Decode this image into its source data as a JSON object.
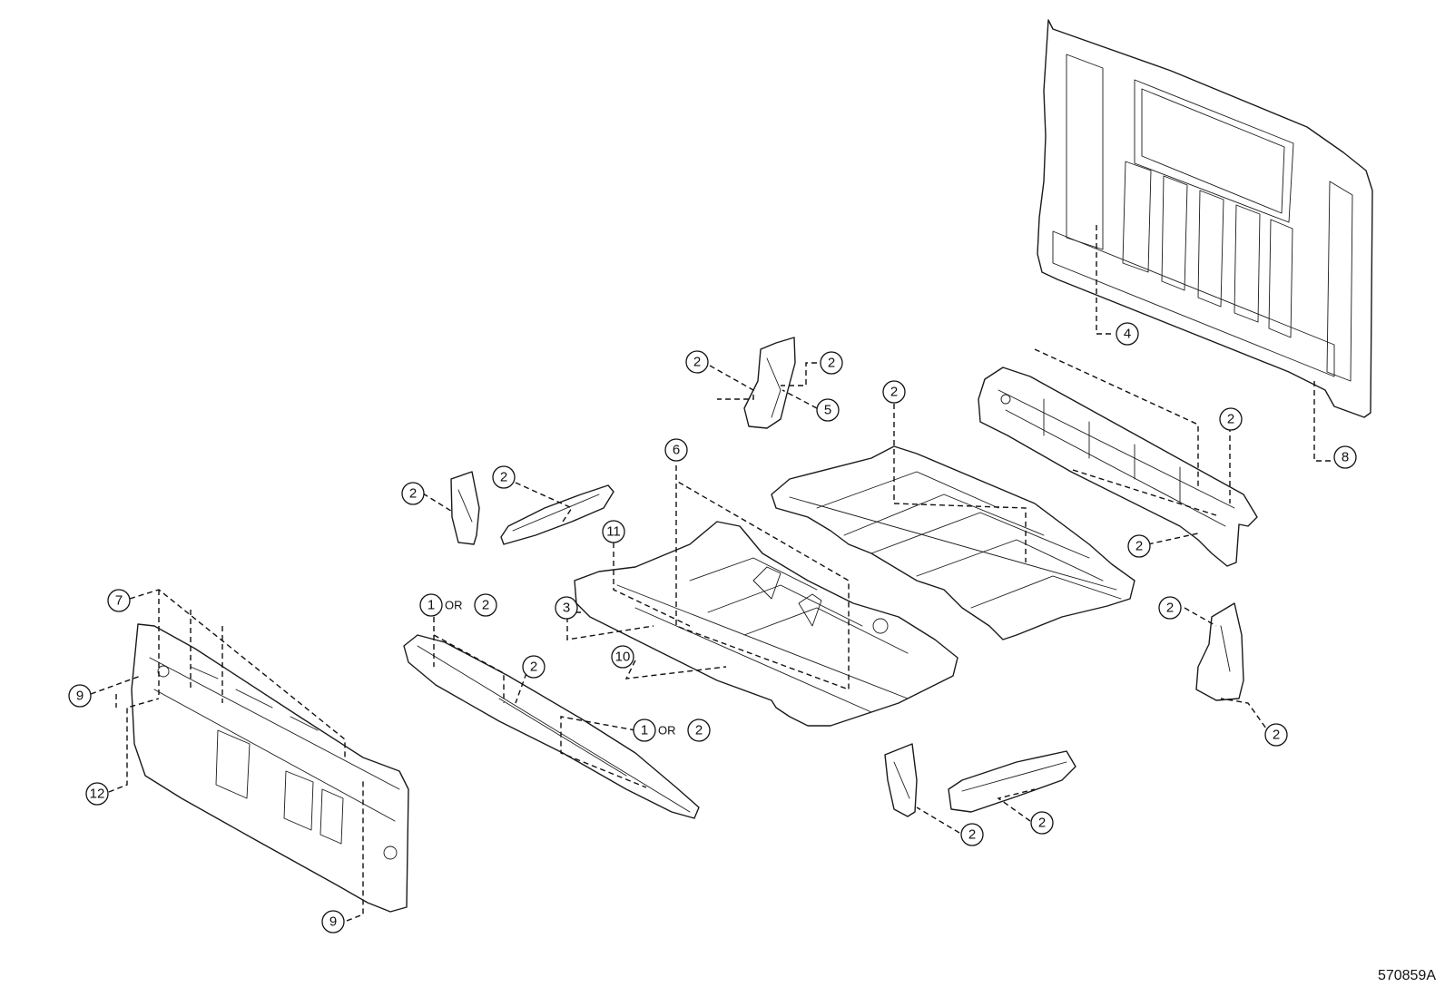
{
  "reference_code": "570859A",
  "or_word": "OR",
  "callouts": {
    "n1": "1",
    "n2": "2",
    "n3": "3",
    "n4": "4",
    "n5": "5",
    "n6": "6",
    "n7": "7",
    "n8": "8",
    "n9": "9",
    "n10": "10",
    "n11": "11",
    "n12": "12"
  },
  "colors": {
    "line": "#1a1a1a",
    "background": "#ffffff"
  }
}
